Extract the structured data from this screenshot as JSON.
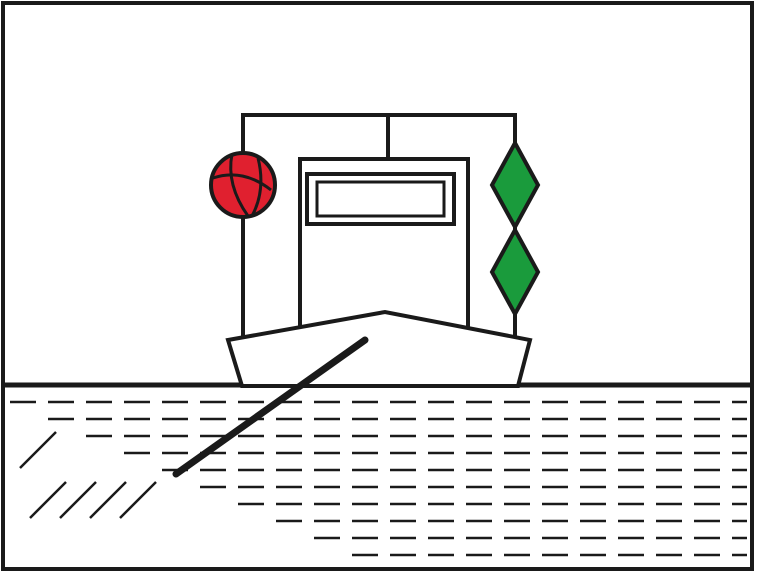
{
  "diagram": {
    "subject": "vessel-signal-shapes",
    "colors": {
      "frame": "#1a1a1a",
      "ball": "#e0202f",
      "diamond": "#1a9b3c",
      "background": "#ffffff"
    },
    "shapes": {
      "left_signal": {
        "shape": "ball",
        "count": 1
      },
      "right_signal": {
        "shape": "diamond",
        "count": 2
      }
    },
    "icons": [
      "ball-signal-icon",
      "diamond-signal-icon"
    ]
  }
}
